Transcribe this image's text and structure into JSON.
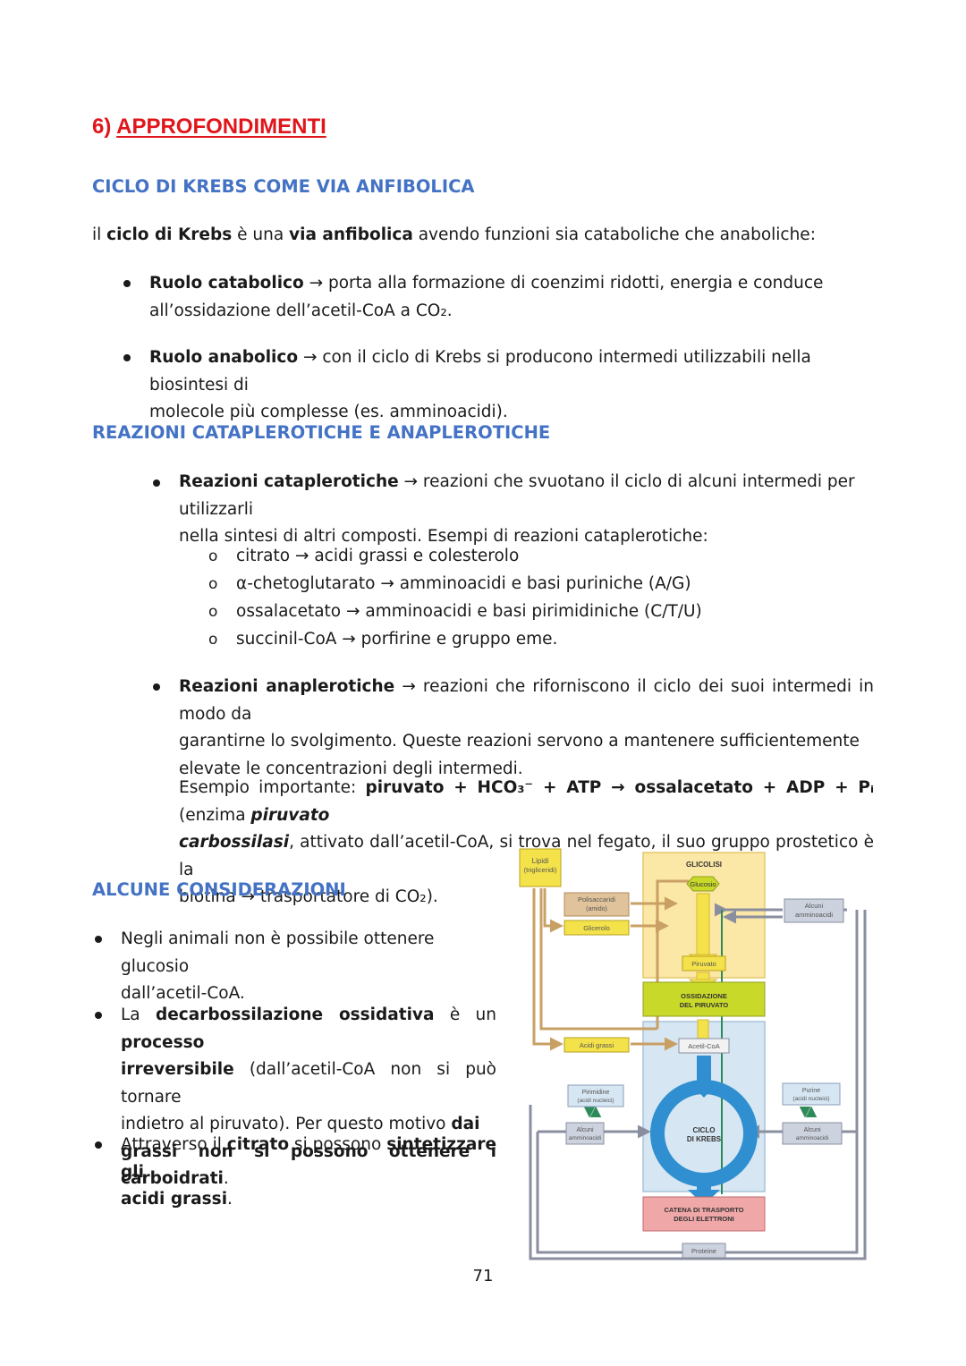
{
  "heading": {
    "number": "6)",
    "title": "APPROFONDIMENTI"
  },
  "sections": {
    "krebs": {
      "title": "CICLO DI KREBS COME VIA ANFIBOLICA",
      "intro": {
        "a": "il ",
        "b": "ciclo di Krebs",
        "c": " è una ",
        "d": "via anfibolica",
        "e": " avendo funzioni sia cataboliche che anaboliche:"
      },
      "catabolic": {
        "label": "Ruolo catabolico",
        "line1": " → porta alla formazione di coenzimi ridotti, energia e conduce",
        "line2": "all’ossidazione dell’acetil-CoA a CO₂."
      },
      "anabolic": {
        "label": "Ruolo anabolico",
        "line1": " → con il ciclo di Krebs si producono intermedi utilizzabili nella biosintesi di",
        "line2": "molecole più complesse (es. amminoacidi)."
      }
    },
    "reactions": {
      "title": "REAZIONI CATAPLEROTICHE E ANAPLEROTICHE",
      "cataplerotic": {
        "label": "Reazioni cataplerotiche",
        "line1": " → reazioni che svuotano il ciclo di alcuni intermedi per utilizzarli",
        "line2": "nella sintesi di altri composti. Esempi di reazioni cataplerotiche:",
        "examples": [
          "citrato → acidi grassi e colesterolo",
          "α-chetoglutarato → amminoacidi e basi puriniche (A/G)",
          "ossalacetato → amminoacidi e basi pirimidiniche (C/T/U)",
          "succinil-CoA → porfirine e gruppo eme."
        ],
        "marker": "o"
      },
      "anaplerotic": {
        "label": "Reazioni anaplerotiche",
        "line1": " → reazioni che riforniscono il ciclo dei suoi intermedi in modo da",
        "line2": "garantirne lo svolgimento. Queste reazioni servono a mantenere sufficientemente",
        "line3": "elevate le concentrazioni degli intermedi."
      },
      "example": {
        "a": "Esempio importante: ",
        "b": "piruvato + HCO₃⁻ + ATP → ossalacetato + ADP + Pᵢ",
        "c": " (enzima ",
        "d": "piruvato",
        "e": "carbossilasi",
        "f": ", attivato dall’acetil-CoA, si trova nel fegato, il suo gruppo prostetico è la",
        "g": "biotina → trasportatore di CO₂)."
      }
    },
    "considerations": {
      "title": "ALCUNE CONSIDERAZIONI",
      "item1": {
        "line1": "Negli animali non è possibile ottenere glucosio",
        "line2": "dall’acetil-CoA."
      },
      "item2": {
        "l1a": "La ",
        "l1b": "decarbossilazione ossidativa",
        "l1c": " è un ",
        "l1d": "processo",
        "l2a": "irreversibile",
        "l2b": " (dall’acetil-CoA non si può tornare",
        "l3a": "indietro al piruvato). Per questo motivo ",
        "l3b": "dai",
        "l4": "grassi non si possono ottenere i carboidrati",
        "l4b": "."
      },
      "item3": {
        "l1a": "Attraverso il ",
        "l1b": "citrato",
        "l1c": " si possono ",
        "l1d": "sintetizzare gli",
        "l2": "acidi grassi",
        "l2b": "."
      }
    }
  },
  "diagram": {
    "lipidi": [
      "Lipidi",
      "(trigliceridi)"
    ],
    "glicolisi": "GLICOLISI",
    "glucosio": "Glucosio",
    "polisaccaridi": [
      "Polisaccaridi",
      "(amido)"
    ],
    "glicerolo": "Glicerolo",
    "amminoacidi_top": [
      "Alcuni",
      "amminoacidi"
    ],
    "piruvato": "Piruvato",
    "ossidazione": [
      "OSSIDAZIONE",
      "DEL PIRUVATO"
    ],
    "acidi_grassi": "Acidi grassi",
    "acetil": "Acetil-CoA",
    "pirimidine": [
      "Pirimidine",
      "(acidi nucleici)"
    ],
    "purine": [
      "Purine",
      "(acidi nucleici)"
    ],
    "amminoacidi_left": [
      "Alcuni",
      "amminoacidi"
    ],
    "amminoacidi_right": [
      "Alcuni",
      "amminoacidi"
    ],
    "ciclo": [
      "CICLO",
      "DI KREBS"
    ],
    "catena": [
      "CATENA DI TRASPORTO",
      "DEGLI ELETTRONI"
    ],
    "proteine": "Proteine",
    "colors": {
      "yellow": "#f4e24a",
      "glycolysis_bg": "#fbe7a6",
      "ox_green": "#c9d92a",
      "krebs_bg": "#d6e6f2",
      "krebs_arrow": "#2f8fd0",
      "etc_red": "#f0a7a8",
      "tan": "#e0c39a",
      "gray": "#ccd2de"
    }
  },
  "page_number": "71"
}
